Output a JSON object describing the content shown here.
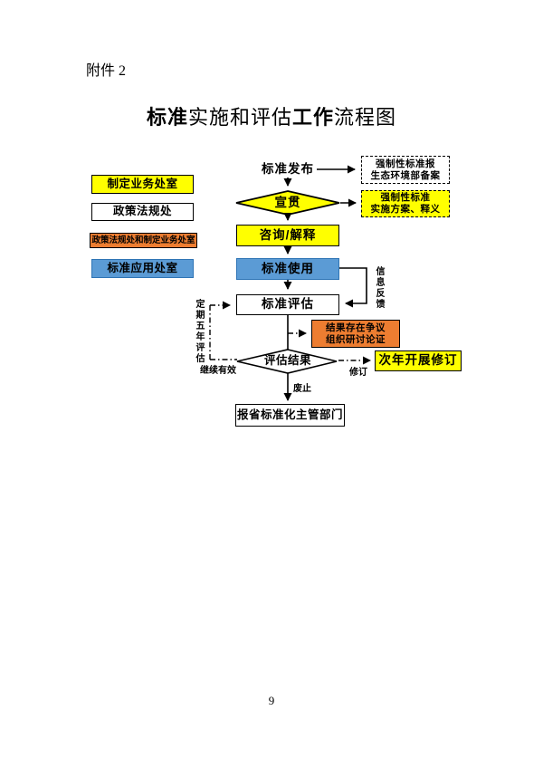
{
  "page": {
    "attachment": "附件 2",
    "title": {
      "part1": "标准",
      "part2": "实施和评估",
      "part3": "工作",
      "part4": "流程图"
    },
    "page_number": "9"
  },
  "colors": {
    "yellow": "#FFFF00",
    "orange": "#ED7D31",
    "blue": "#5B9BD5",
    "blue_border": "#2E74B5",
    "line": "#000000",
    "background": "#FFFFFF"
  },
  "legend": {
    "items": [
      {
        "label": "制定业务处室",
        "color": "#FFFF00"
      },
      {
        "label": "政策法规处",
        "color": "#FFFFFF"
      },
      {
        "label": "政策法规处和制定业务处室",
        "color": "#ED7D31"
      },
      {
        "label": "标准应用处室",
        "color": "#5B9BD5"
      }
    ]
  },
  "flow": {
    "publish": "标准发布",
    "record": {
      "line1": "强制性标准报",
      "line2": "生态环境部备案"
    },
    "promote": "宣贯",
    "plan": {
      "line1": "强制性标准",
      "line2": "实施方案、释义"
    },
    "consult": "咨询/解释",
    "use": "标准使用",
    "evaluate": "标准评估",
    "dispute": {
      "line1": "结果存在争议",
      "line2": "组织研讨论证"
    },
    "result": "评估结果",
    "revise_next_year": "次年开展修订",
    "report": "报省标准化主管部门",
    "labels": {
      "feedback": "信息反馈",
      "periodic_review": "定期五年评估",
      "continue_valid": "继续有效",
      "revise": "修订",
      "abolish": "废止"
    }
  }
}
